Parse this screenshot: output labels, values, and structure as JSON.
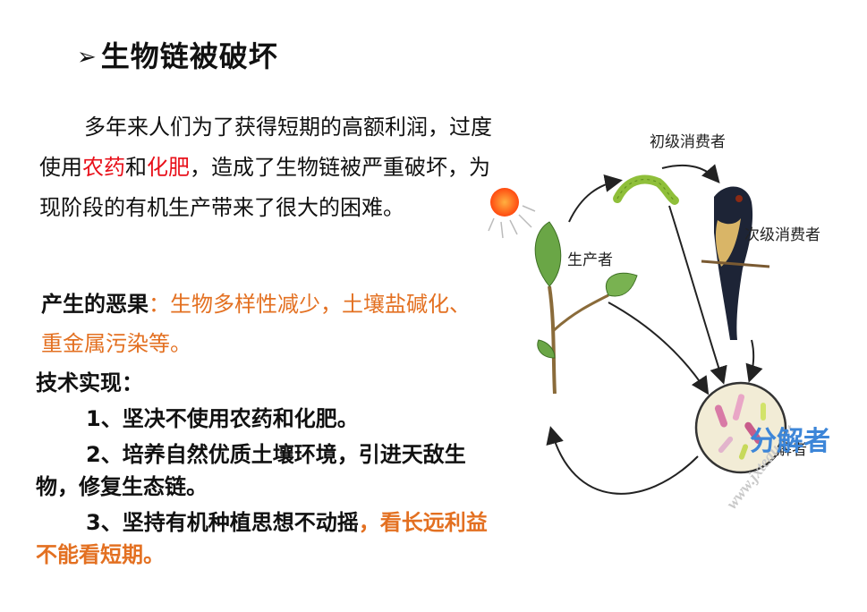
{
  "title": "生物链被破坏",
  "title_marker": "➢",
  "para": {
    "part1": "多年来人们为了获得短期的高额利润，过度使用",
    "red1": "农药",
    "and": "和",
    "red2": "化肥",
    "part2": "，造成了生物链被严重破坏，为现阶段的有机生产带来了很大的困难。"
  },
  "effect": {
    "label": "产生的恶果",
    "text": "：生物多样性减少，土壤盐碱化、重金属污染等。"
  },
  "tech": {
    "heading": "技术实现：",
    "item1": "1、坚决不使用农药和化肥。",
    "item2": "2、培养自然优质土壤环境，引进天敌生物，修复生态链。",
    "item3_black": "3、坚持有机种植思想不动摇",
    "item3_orange": "，看长远利益不能看短期。"
  },
  "diagram": {
    "primary_consumer": "初级消费者",
    "secondary_consumer": "次级消费者",
    "producer": "生产者",
    "decomposer_partial": "解者"
  },
  "watermark": {
    "main": "分解者",
    "url": "www.jxtedu.net"
  },
  "colors": {
    "red": "#e8101a",
    "orange": "#e37021",
    "watermark_blue": "#3d86d8"
  }
}
